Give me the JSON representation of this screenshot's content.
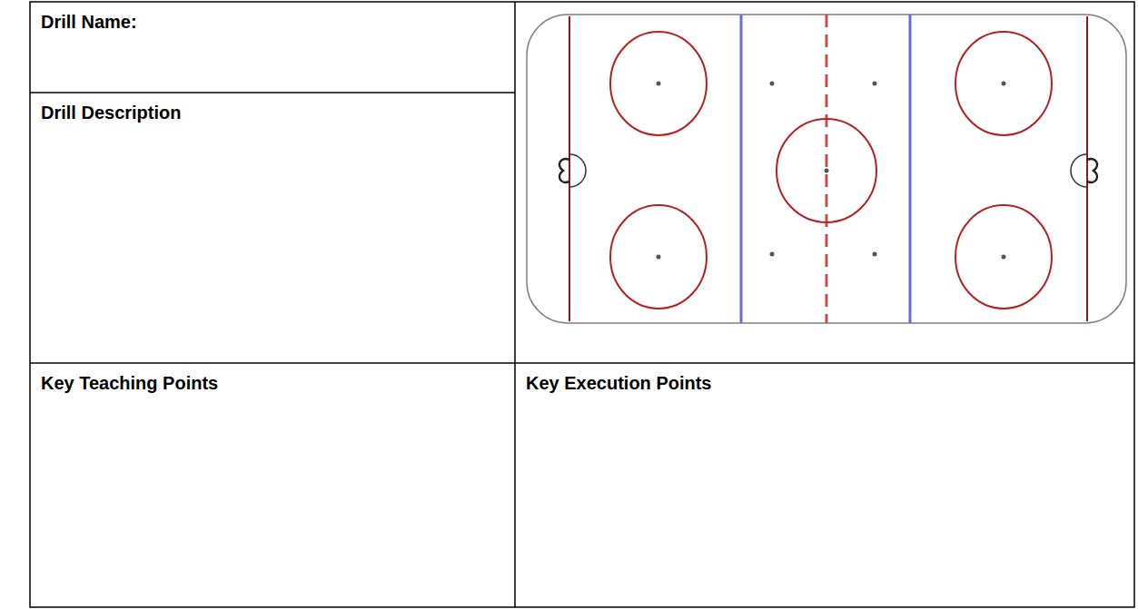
{
  "diagram": {
    "nodes": [
      {
        "text": [
          "Drill Name:"
        ]
      },
      {
        "text": [
          "Drill Description"
        ]
      },
      {
        "text": [
          "Key Teaching Points"
        ]
      },
      {
        "text": [
          "Key Execution Points"
        ]
      }
    ]
  }
}
